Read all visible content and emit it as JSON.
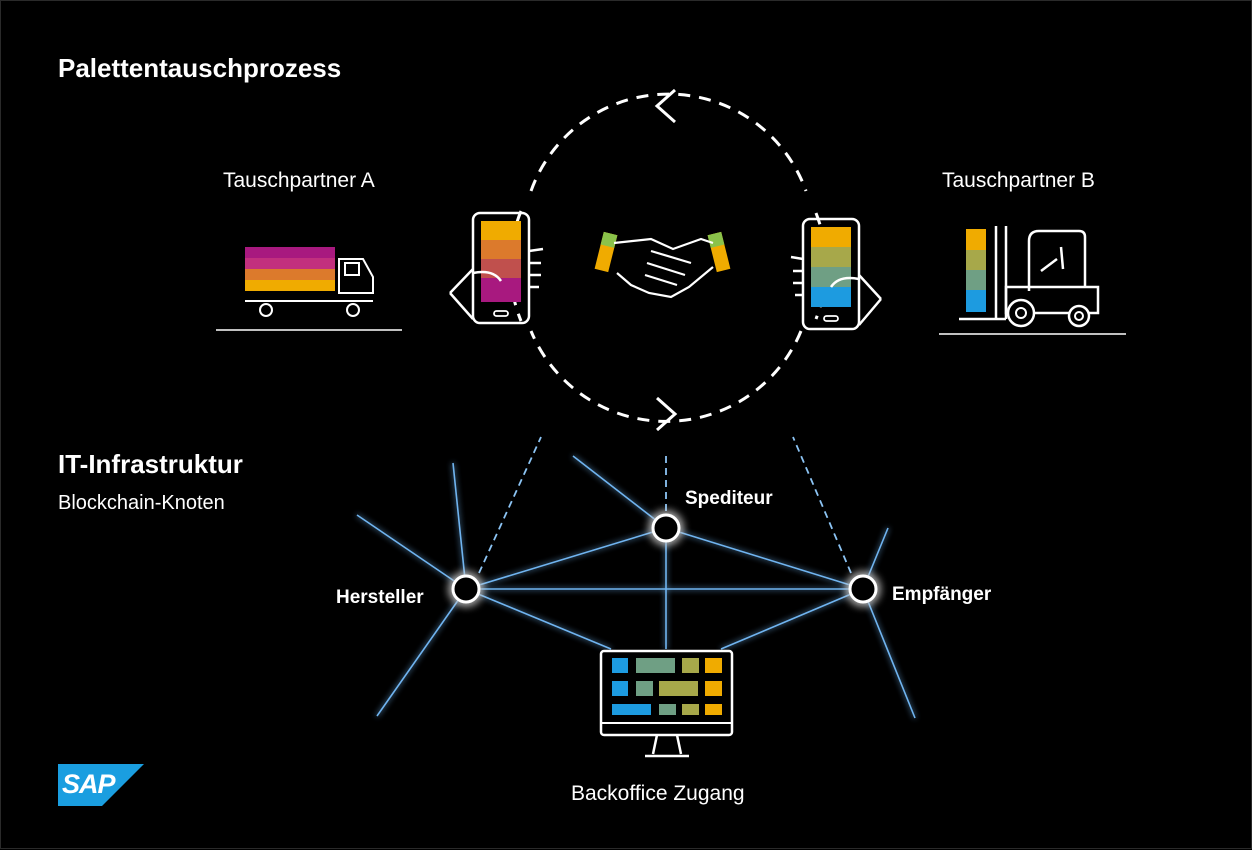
{
  "process": {
    "title": "Palettentauschprozess"
  },
  "partners": {
    "a": {
      "label": "Tauschpartner A",
      "icon": "truck-icon"
    },
    "b": {
      "label": "Tauschpartner B",
      "icon": "forklift-icon"
    }
  },
  "infrastructure": {
    "title": "IT-Infrastruktur",
    "subtitle": "Blockchain-Knoten",
    "nodes": {
      "hersteller": "Hersteller",
      "spediteur": "Spediteur",
      "empfaenger": "Empfänger"
    },
    "backoffice": "Backoffice Zugang"
  },
  "brand": {
    "logo": "SAP",
    "logo_color": "#1a9ee0"
  },
  "colors": {
    "pink": "#a8197f",
    "magenta": "#c2307e",
    "orange": "#dc7a2c",
    "amber": "#f0ab00",
    "olive": "#a7a84a",
    "sage": "#6f9f84",
    "blue": "#1d9be0",
    "lime": "#8ac24a",
    "node_glow": "#3c8bd8"
  }
}
